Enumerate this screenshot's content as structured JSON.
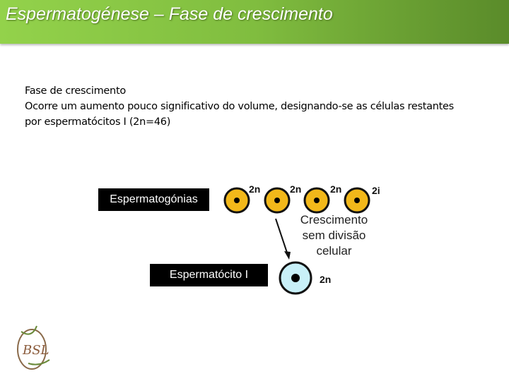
{
  "header": {
    "title": "Espermatogénese – Fase de crescimento",
    "color_start": "#93d24b",
    "color_end": "#5a8b2a"
  },
  "content": {
    "heading": "Fase de crescimento",
    "line1": "Ocorre um aumento pouco significativo do volume, designando-se as células restantes",
    "line2": "por espermatócitos I (2n=46)"
  },
  "diagram": {
    "label_spermatogonia": "Espermatogónias",
    "label_spermatocyte": "Espermatócito I",
    "ploidy": "2n",
    "ploidy_cut": "2i",
    "growth_line1": "Crescimento",
    "growth_line2": "sem divisão",
    "growth_line3": "celular",
    "spermatogonia_color": "#f2b81a",
    "spermatocyte_color": "#c8f0f8"
  },
  "logo": {
    "text": "BSL"
  }
}
